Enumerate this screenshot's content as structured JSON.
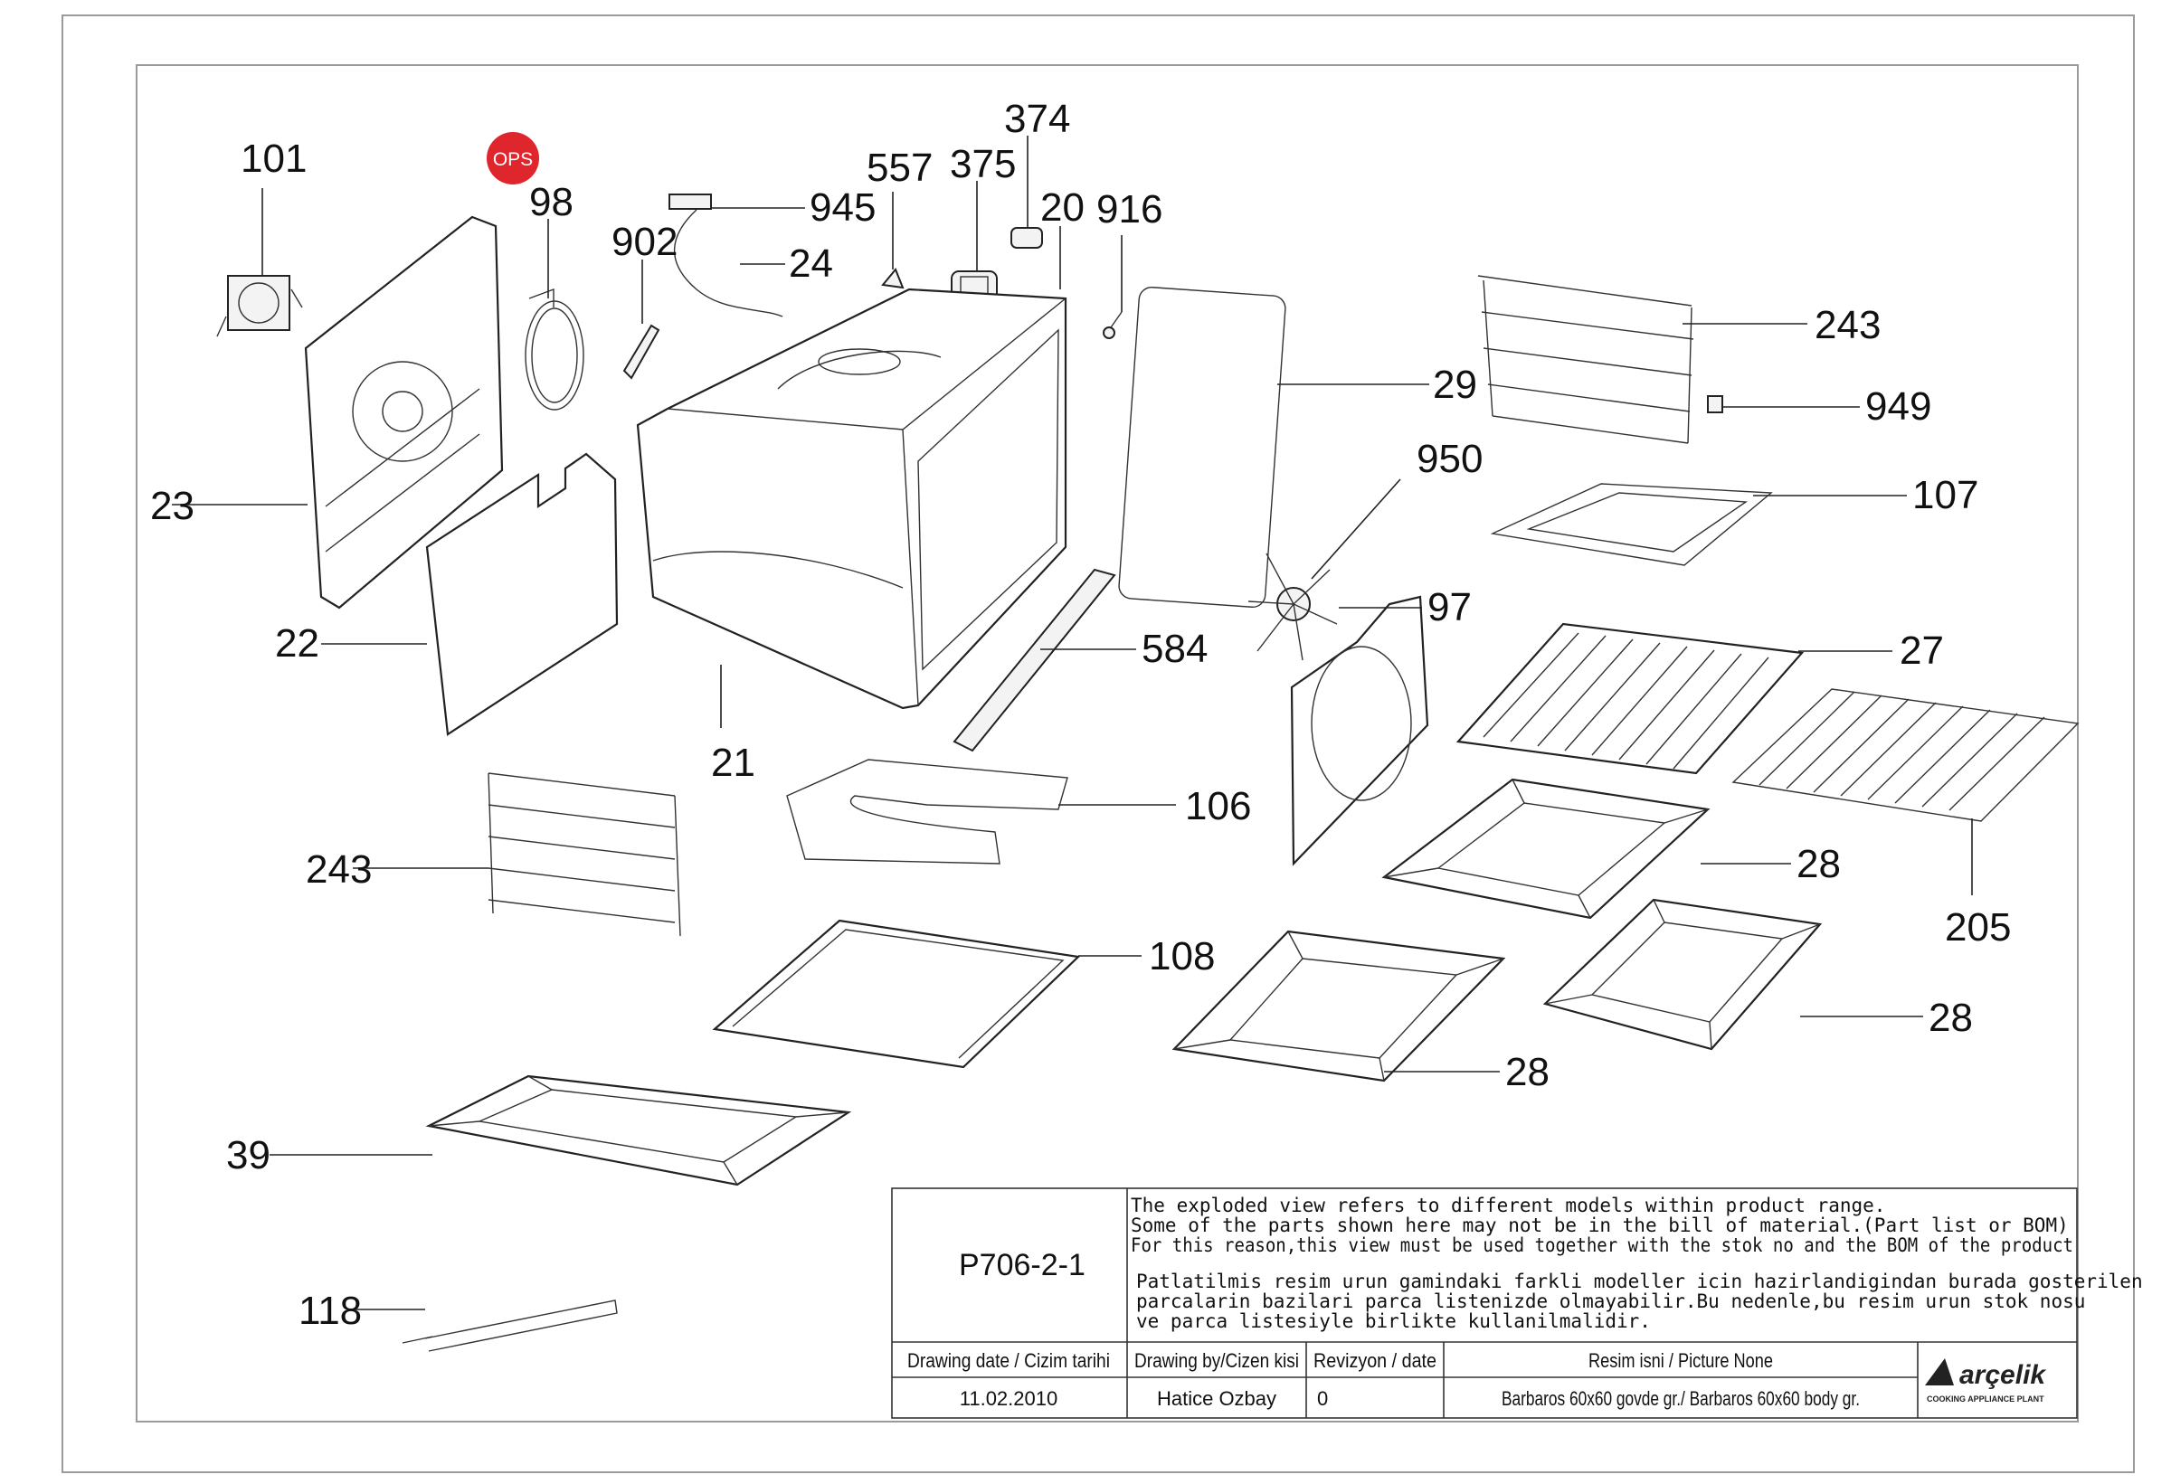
{
  "badge": {
    "label": "OPS",
    "color": "#e0262d"
  },
  "callouts": {
    "c101": "101",
    "c98": "98",
    "c902": "902",
    "c945": "945",
    "c24": "24",
    "c557": "557",
    "c375": "375",
    "c374": "374",
    "c20": "20",
    "c916": "916",
    "c243a": "243",
    "c949": "949",
    "c29": "29",
    "c950": "950",
    "c107": "107",
    "c23": "23",
    "c22": "22",
    "c21": "21",
    "c584": "584",
    "c97": "97",
    "c27": "27",
    "c243b": "243",
    "c106": "106",
    "c205": "205",
    "c28a": "28",
    "c108": "108",
    "c28b": "28",
    "c28c": "28",
    "c39": "39",
    "c118": "118"
  },
  "title_block": {
    "drawing_no": "P706-2-1",
    "note_en": [
      "The exploded view refers to different models within product range.",
      "Some of the parts shown here may not be in the bill of material.(Part list or BOM)",
      "For this reason,this view must be used together with the stok no and the BOM of the product"
    ],
    "note_tr": [
      "Patlatilmis resim urun gamindaki farkli modeller icin hazirlandigindan burada gosterilen",
      "parcalarin bazilari parca listenizde olmayabilir.Bu nedenle,bu resim urun stok nosu",
      "ve parca listesiyle birlikte kullanilmalidir."
    ],
    "headers": {
      "date": "Drawing date / Cizim tarihi",
      "drawn_by": "Drawing by/Cizen kisi",
      "revision": "Revizyon / date",
      "picture_name": "Resim isni / Picture None"
    },
    "values": {
      "date": "11.02.2010",
      "drawn_by": "Hatice Ozbay",
      "revision": "0",
      "picture_name": "Barbaros 60x60 govde gr./ Barbaros 60x60 body gr."
    },
    "brand": "arçelik",
    "brand_sub": "COOKING APPLIANCE PLANT"
  }
}
